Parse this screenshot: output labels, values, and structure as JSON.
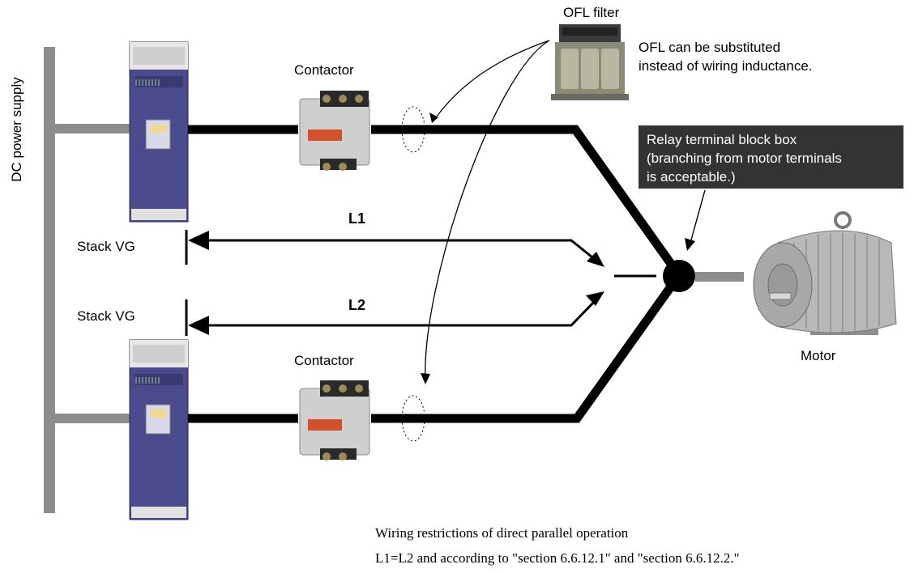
{
  "labels": {
    "dc_power_supply": "DC power supply",
    "stack_top": "Stack VG",
    "stack_bottom": "Stack VG",
    "contactor_top": "Contactor",
    "contactor_bottom": "Contactor",
    "ofl_filter": "OFL filter",
    "ofl_note_line1": "OFL can be substituted",
    "ofl_note_line2": "instead of wiring inductance.",
    "relay_line1": "Relay terminal block box",
    "relay_line2": "(branching from motor terminals",
    "relay_line3": "is acceptable.)",
    "l1": "L1",
    "l2": "L2",
    "motor": "Motor",
    "footer_line1": "Wiring restrictions of direct parallel operation",
    "footer_line2": "L1=L2 and according to \"section 6.6.12.1\" and \"section 6.6.12.2.\""
  },
  "colors": {
    "bus": "#8c8c8c",
    "inverter_body": "#4a4a8c",
    "wire": "#000000",
    "relay_box_bg": "#333333",
    "relay_box_text": "#ffffff",
    "contactor_body": "#c8c8c8",
    "contactor_label": "#d2502a"
  },
  "icons": [
    "inverter-icon",
    "contactor-icon",
    "ofl-filter-icon",
    "motor-icon"
  ]
}
